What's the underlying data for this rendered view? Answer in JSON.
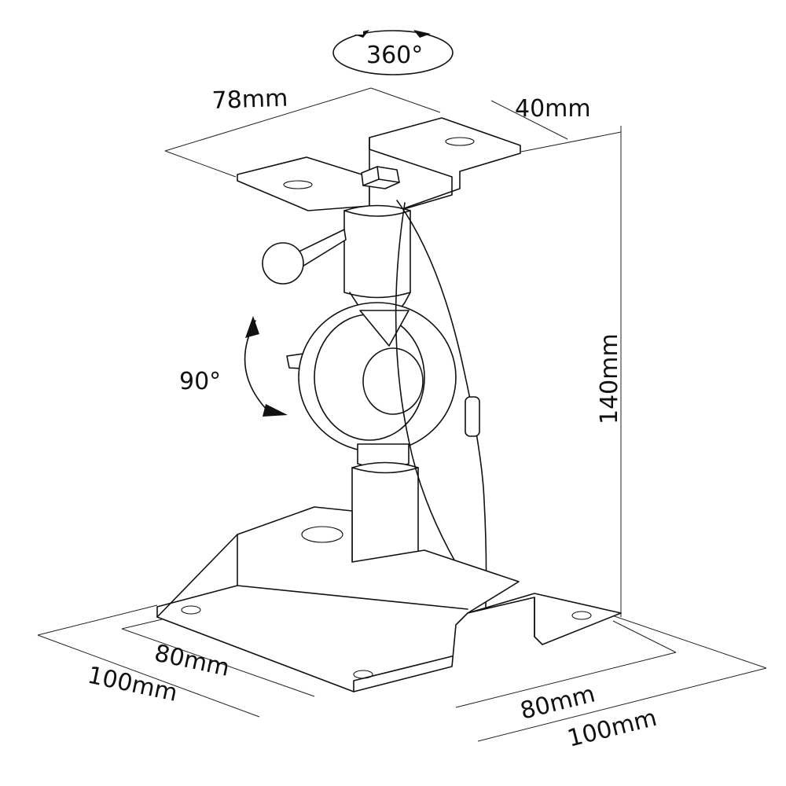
{
  "labels": {
    "rotation_top": "360°",
    "tilt": "90°",
    "top_width": "78mm",
    "top_depth": "40mm",
    "height": "140mm",
    "base_left_inner": "80mm",
    "base_left_outer": "100mm",
    "base_right_inner": "80mm",
    "base_right_outer": "100mm"
  },
  "colors": {
    "stroke": "#111111",
    "background": "#ffffff"
  }
}
